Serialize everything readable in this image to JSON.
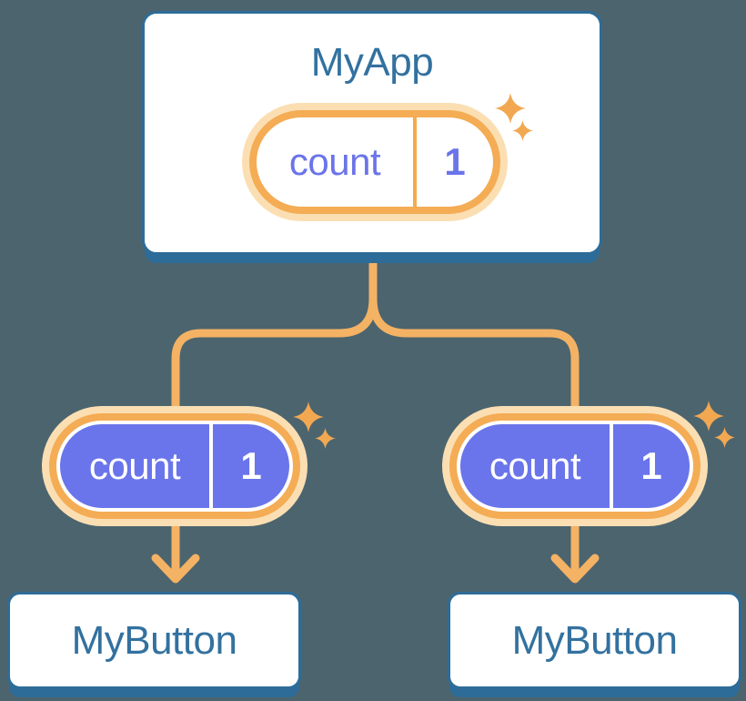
{
  "diagram": {
    "type": "react-component-tree",
    "description": "Parent component holds state and passes it down as props to two children",
    "root": {
      "title": "MyApp",
      "state_pill": {
        "label": "count",
        "value": "1"
      }
    },
    "children": [
      {
        "title": "MyButton",
        "prop_pill": {
          "label": "count",
          "value": "1"
        }
      },
      {
        "title": "MyButton",
        "prop_pill": {
          "label": "count",
          "value": "1"
        }
      }
    ]
  },
  "icons": {
    "sparkle": "four-point-star"
  },
  "colors": {
    "background": "#4C646E",
    "card_fill": "#FFFFFF",
    "card_border_blue": "#2D6C98",
    "heading_blue": "#33719F",
    "pill_ring_orange": "#F4AC55",
    "pill_ring_peach": "#FBDFB3",
    "pill_divider_orange": "#F5A94F",
    "connector_orange": "#F4B264",
    "sparkle_orange": "#F2A851",
    "prop_pill_purple": "#6A75EB",
    "state_text_purple": "#6B74E9"
  }
}
